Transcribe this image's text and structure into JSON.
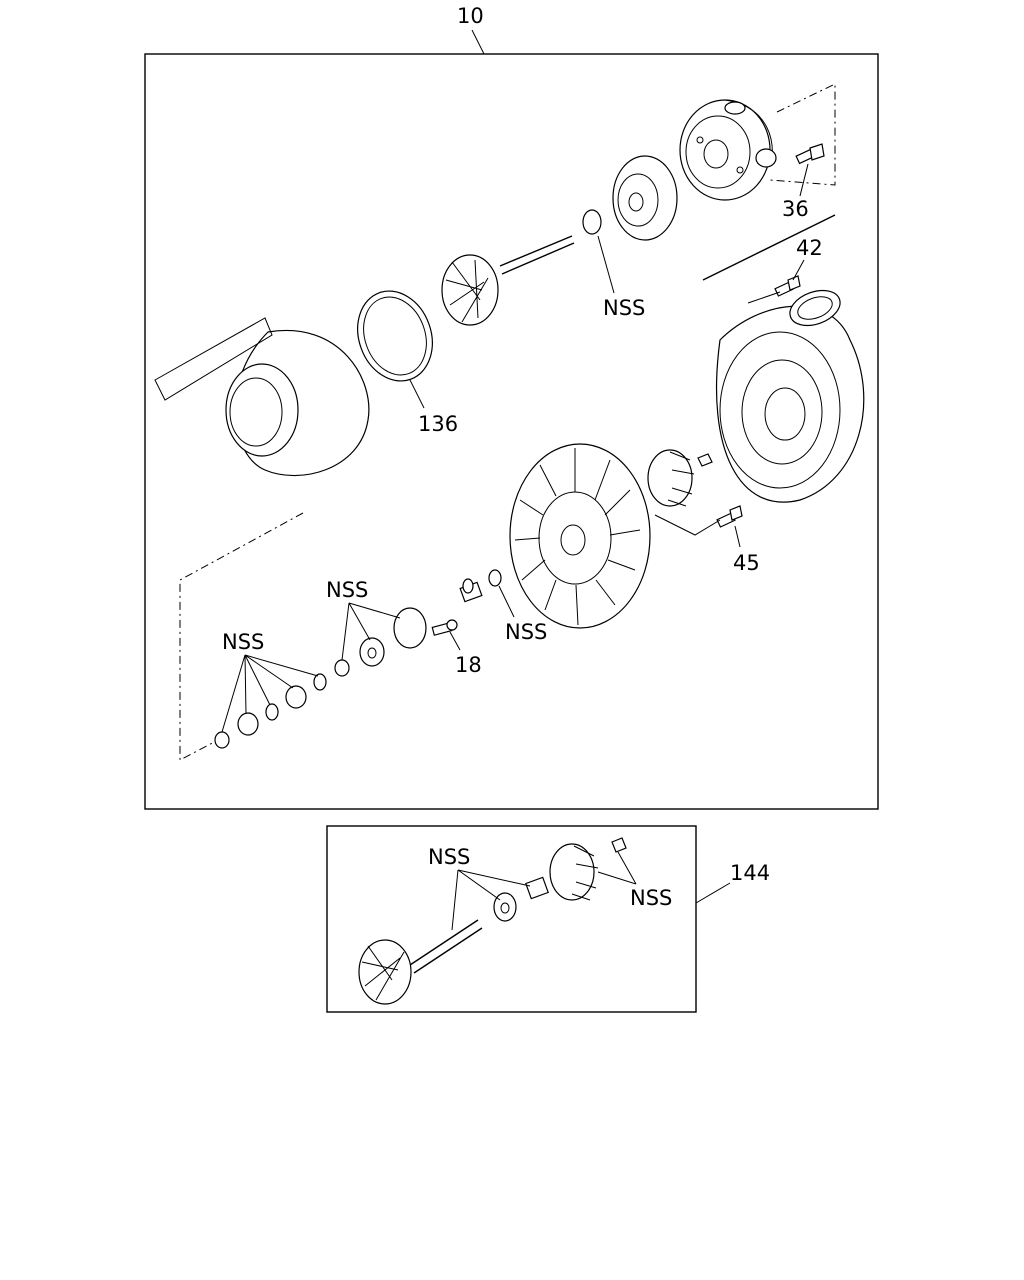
{
  "diagram": {
    "labels": {
      "assembly": "10",
      "bolt_36": "36",
      "bolt_42": "42",
      "gasket": "136",
      "bolt_45": "45",
      "bolt_18": "18",
      "rotor_kit": "144",
      "nss": "NSS"
    }
  }
}
